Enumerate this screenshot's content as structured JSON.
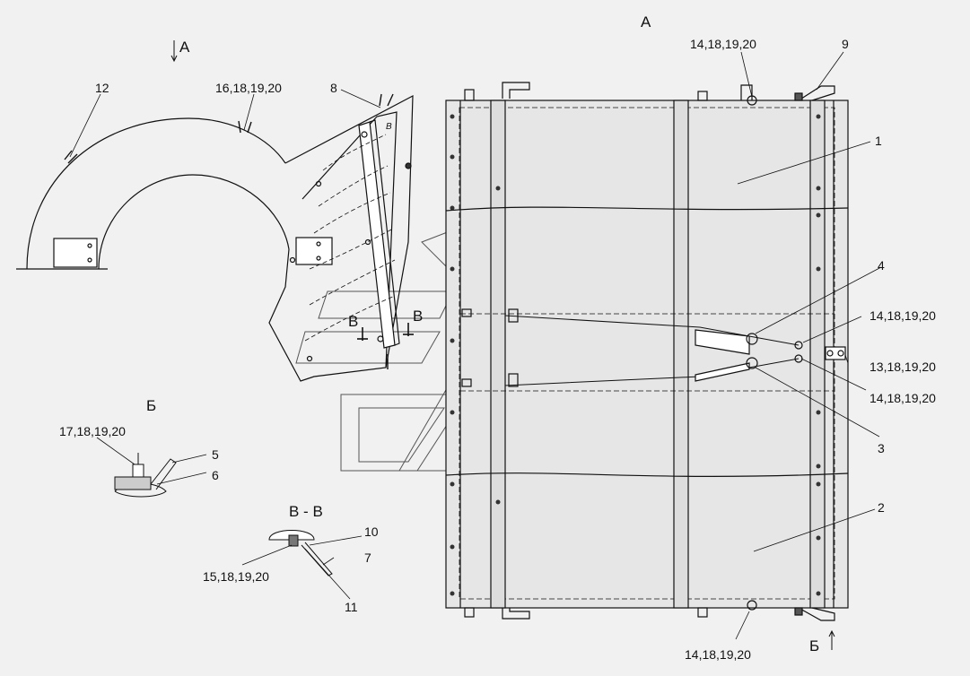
{
  "colors": {
    "background": "#f1f1f1",
    "line": "#111111",
    "panel": "#e4e4e4",
    "ghost": "#555555"
  },
  "view_labels": {
    "a_arrow": "A",
    "a_view": "A",
    "b_view": "Б",
    "b_arrow": "Б",
    "v_left": "В",
    "v_right": "В",
    "v_section_title": "В - В"
  },
  "callouts": {
    "c12": "12",
    "c16_18_19_20": "16,18,19,20",
    "c8": "8",
    "c14_top": "14,18,19,20",
    "c9": "9",
    "c1": "1",
    "c4": "4",
    "c14_right_a": "14,18,19,20",
    "c13": "13,18,19,20",
    "c14_right_b": "14,18,19,20",
    "c3": "3",
    "c2": "2",
    "c14_bottom": "14,18,19,20",
    "c17": "17,18,19,20",
    "c5": "5",
    "c6": "6",
    "c10": "10",
    "c7": "7",
    "c15": "15,18,19,20",
    "c11": "11",
    "small_v": "В"
  }
}
